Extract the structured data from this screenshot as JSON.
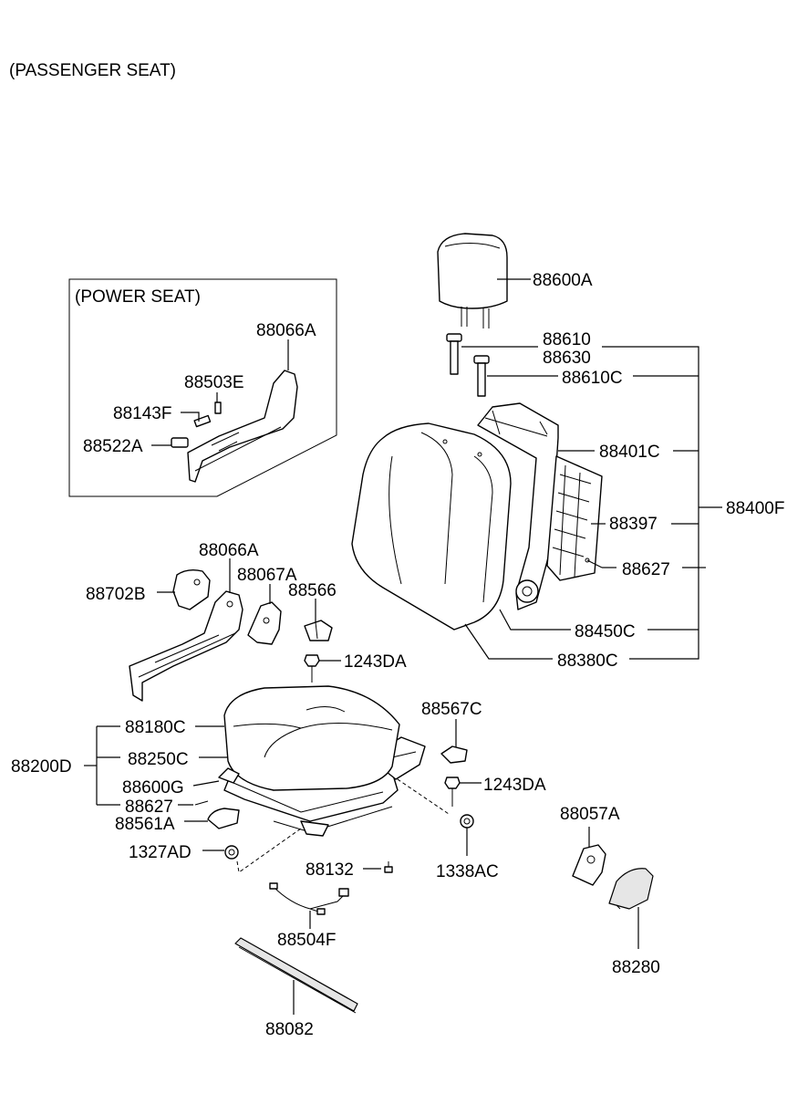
{
  "header": {
    "title": "(PASSENGER SEAT)"
  },
  "inset": {
    "title": "(POWER SEAT)",
    "labels": {
      "p88066A": "88066A",
      "p88503E": "88503E",
      "p88143F": "88143F",
      "p88522A": "88522A"
    }
  },
  "labels": {
    "p88600A": "88600A",
    "p88610": "88610",
    "p88630": "88630",
    "p88610C": "88610C",
    "p88401C": "88401C",
    "p88400F": "88400F",
    "p88397": "88397",
    "p88627_back": "88627",
    "p88450C": "88450C",
    "p88380C": "88380C",
    "p88066A": "88066A",
    "p88702B": "88702B",
    "p88067A": "88067A",
    "p88566": "88566",
    "p1243DA_top": "1243DA",
    "p88567C": "88567C",
    "p1243DA_mid": "1243DA",
    "p88180C": "88180C",
    "p88200D": "88200D",
    "p88250C": "88250C",
    "p88600G": "88600G",
    "p88627_cushion": "88627",
    "p88561A": "88561A",
    "p1327AD": "1327AD",
    "p88132": "88132",
    "p1338AC": "1338AC",
    "p88057A": "88057A",
    "p88280": "88280",
    "p88504F": "88504F",
    "p88082": "88082"
  }
}
